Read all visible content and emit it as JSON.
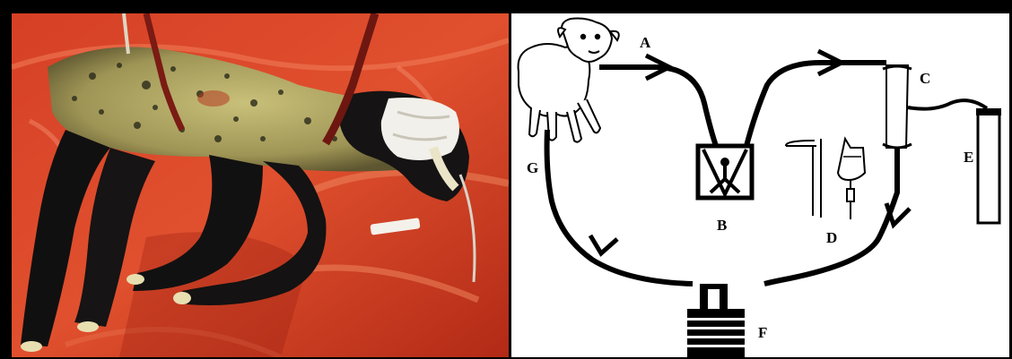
{
  "figure": {
    "left_panel": {
      "content": "photograph"
    },
    "right_panel": {
      "labels": {
        "A": "A",
        "B": "B",
        "C": "C",
        "D": "D",
        "E": "E",
        "F": "F",
        "G": "G"
      }
    }
  }
}
